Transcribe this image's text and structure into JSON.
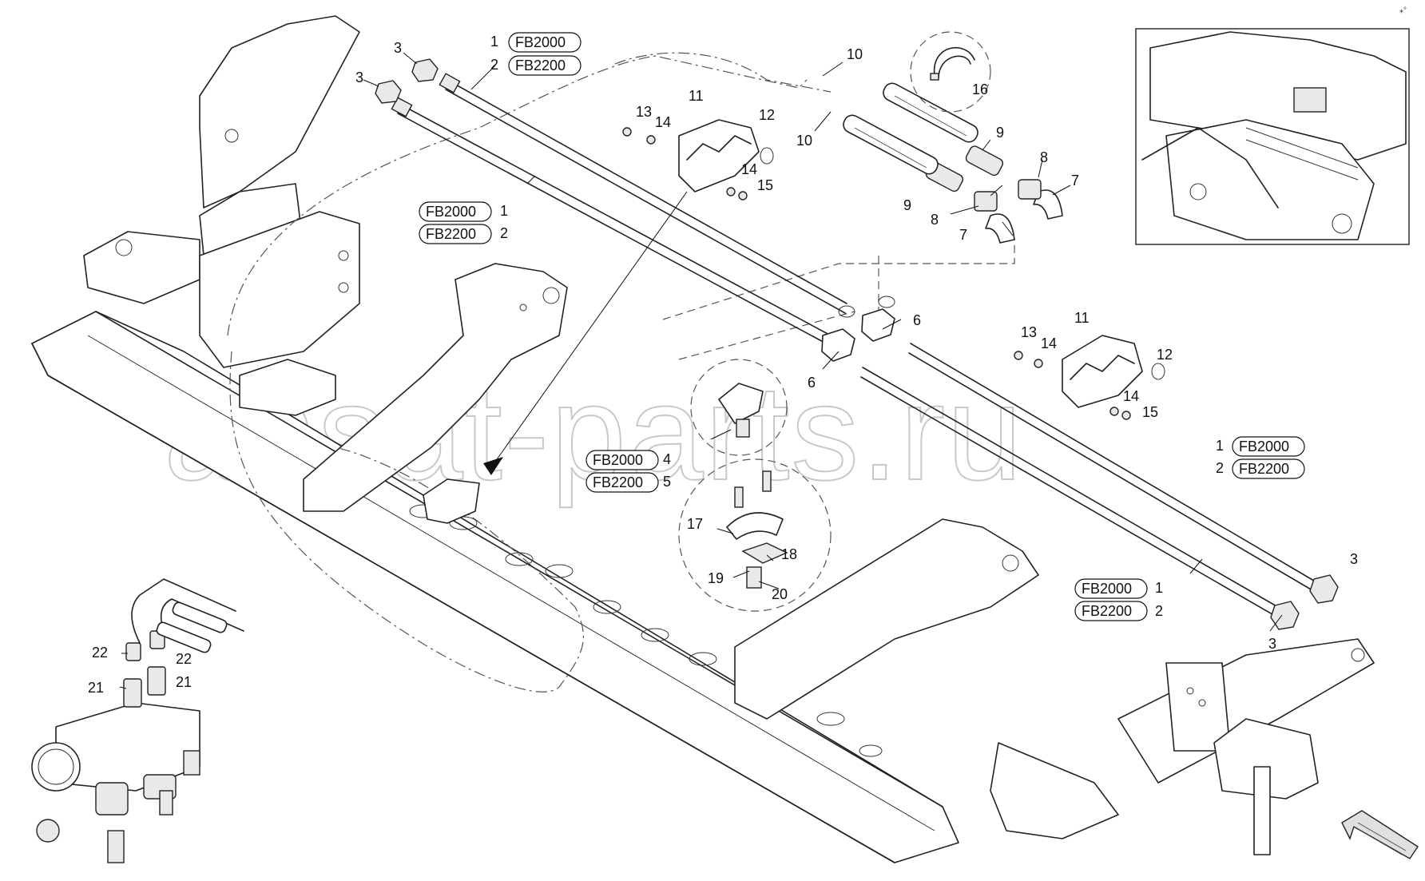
{
  "watermark": "ansat-parts.ru",
  "corner_mark": "⁎°",
  "model_tags": {
    "a": "FB2000",
    "b": "FB2200"
  },
  "callouts": {
    "c1": "1",
    "c2": "2",
    "c3": "3",
    "c4": "4",
    "c5": "5",
    "c6": "6",
    "c7": "7",
    "c8": "8",
    "c9": "9",
    "c10": "10",
    "c11": "11",
    "c12": "12",
    "c13": "13",
    "c14": "14",
    "c15": "15",
    "c16": "16",
    "c17": "17",
    "c18": "18",
    "c19": "19",
    "c20": "20",
    "c21": "21",
    "c22": "22"
  },
  "icons": {
    "orientation_arrow": "direction-arrow-icon"
  }
}
